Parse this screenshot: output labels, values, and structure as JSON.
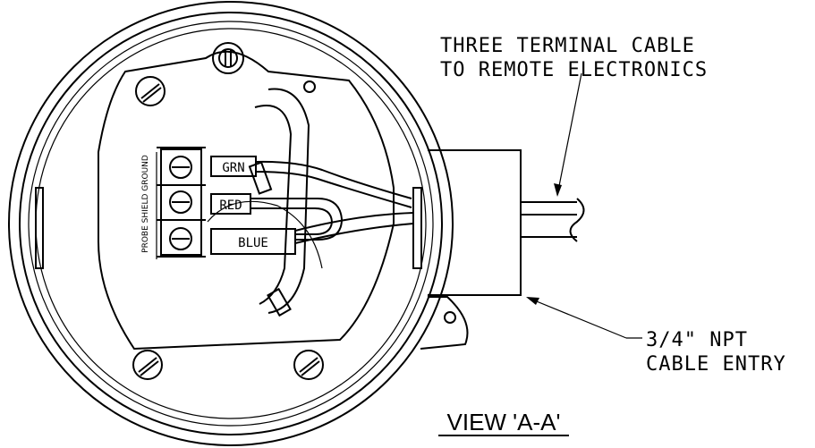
{
  "callouts": {
    "cable_line1": "THREE TERMINAL CABLE",
    "cable_line2": "TO REMOTE ELECTRONICS",
    "entry_line1": "3/4\" NPT",
    "entry_line2": "CABLE ENTRY"
  },
  "terminal_block": {
    "label": "PROBE SHIELD GROUND"
  },
  "wire_tags": {
    "green": "GRN",
    "red": "RED",
    "blue": "BLUE"
  },
  "view_title": "VIEW 'A-A'"
}
